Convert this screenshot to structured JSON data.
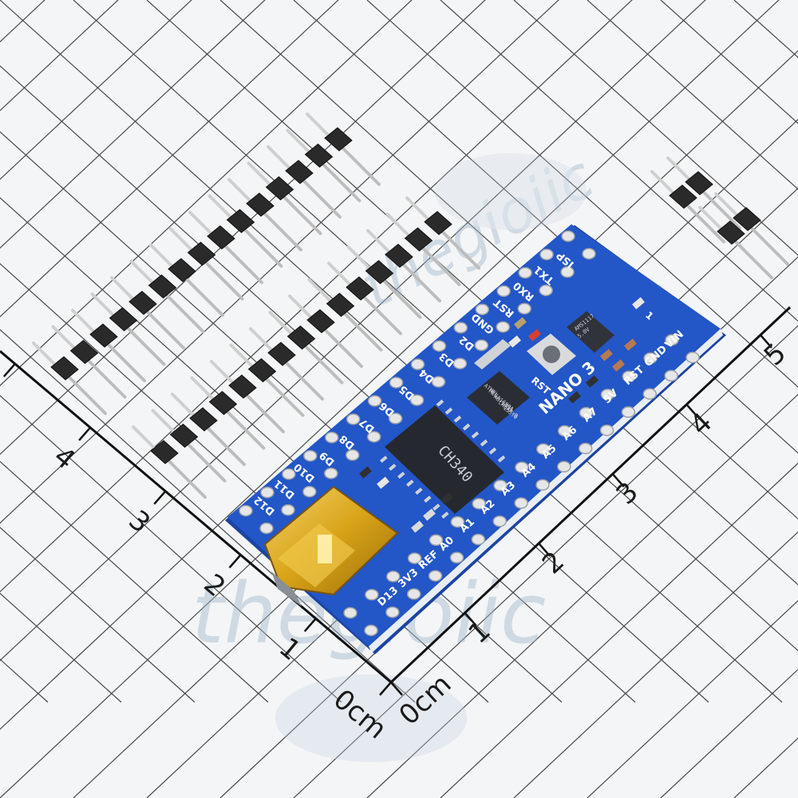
{
  "ruler": {
    "unit_left": "0cm",
    "unit_right": "0cm",
    "left_numbers": [
      "1",
      "2",
      "3",
      "4"
    ],
    "right_numbers": [
      "1",
      "2",
      "3",
      "4",
      "5"
    ]
  },
  "watermark": {
    "text": "thegioiic"
  },
  "board": {
    "top_labels": [
      "ISP",
      "TX1",
      "RX0",
      "RST",
      "GND",
      "D2",
      "D3",
      "D4",
      "D5",
      "D6",
      "D7",
      "D8",
      "D9",
      "D10",
      "D11",
      "D12"
    ],
    "bottom_labels": [
      "VIN",
      "GND",
      "RST",
      "5V",
      "A7",
      "A6",
      "A5",
      "A4",
      "A3",
      "A2",
      "A1",
      "A0",
      "REF",
      "3V3",
      "D13"
    ],
    "small_labels": [
      "1",
      "RST"
    ],
    "title": "NANO 3",
    "mcu_text": [
      "ATMEL",
      "MEGA168PA",
      "AU 1731",
      "CHEAP-B",
      "155T0"
    ],
    "ch_chip_text": "CH340",
    "reg_text": [
      "AMS1117",
      "5.0V"
    ]
  },
  "colors": {
    "pcb": "#1f4fb8",
    "usb": "#d8a318",
    "pin_header": "#2a2a2a"
  }
}
